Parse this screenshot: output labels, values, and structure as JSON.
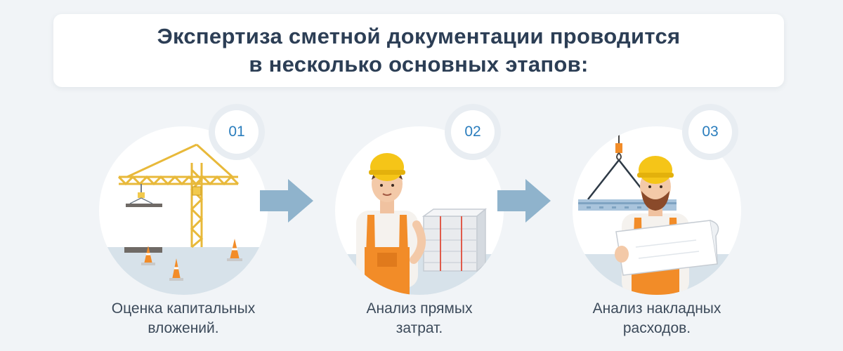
{
  "title": {
    "line1": "Экспертиза сметной документации проводится",
    "line2": "в несколько основных этапов:"
  },
  "steps": [
    {
      "number": "01",
      "caption_line1": "Оценка капитальных",
      "caption_line2": "вложений.",
      "illustration": "crane-icon"
    },
    {
      "number": "02",
      "caption_line1": "Анализ прямых",
      "caption_line2": "затрат.",
      "illustration": "worker-with-materials-icon"
    },
    {
      "number": "03",
      "caption_line1": "Анализ накладных",
      "caption_line2": "расходов.",
      "illustration": "worker-with-blueprint-icon"
    }
  ],
  "colors": {
    "background": "#f1f4f7",
    "title_text": "#2c3e55",
    "badge_number": "#2a7dbd",
    "arrow": "#8fb3cc",
    "ground": "#d7e2ea",
    "crane": "#f2c94c",
    "overalls": "#f28c28",
    "helmet": "#f5c518"
  }
}
